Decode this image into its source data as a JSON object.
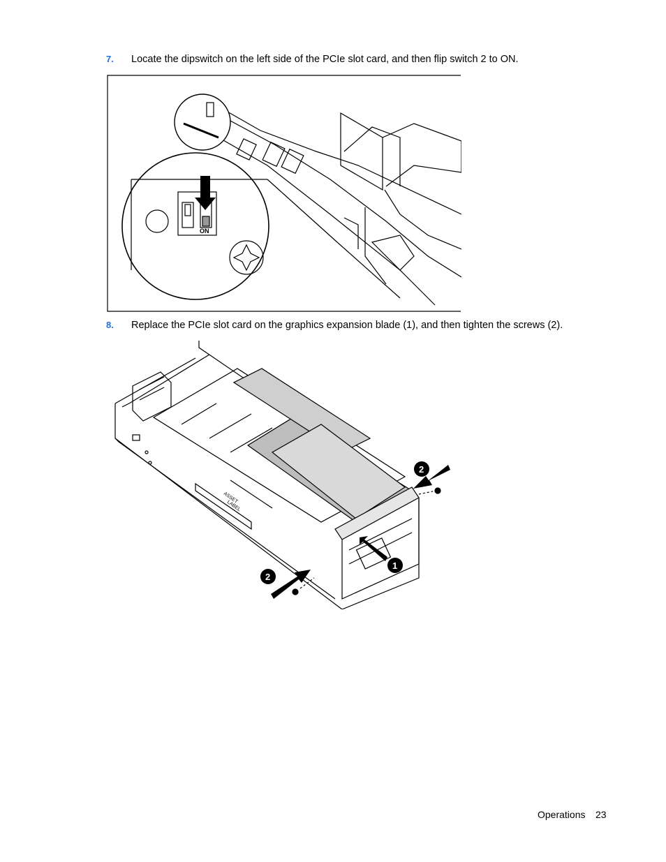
{
  "steps": [
    {
      "number": "7.",
      "text": "Locate the dipswitch on the left side of the PCIe slot card, and then flip switch 2 to ON."
    },
    {
      "number": "8.",
      "text": "Replace the PCIe slot card on the graphics expansion blade (1), and then tighten the screws (2)."
    }
  ],
  "figure1": {
    "switch_label": "ON"
  },
  "figure2": {
    "callouts": [
      "2",
      "2",
      "1"
    ],
    "board_label": [
      "ASSET",
      "LABEL"
    ]
  },
  "footer": {
    "section": "Operations",
    "page": "23"
  },
  "colors": {
    "step_number": "#1f6fe0",
    "text": "#000000"
  }
}
